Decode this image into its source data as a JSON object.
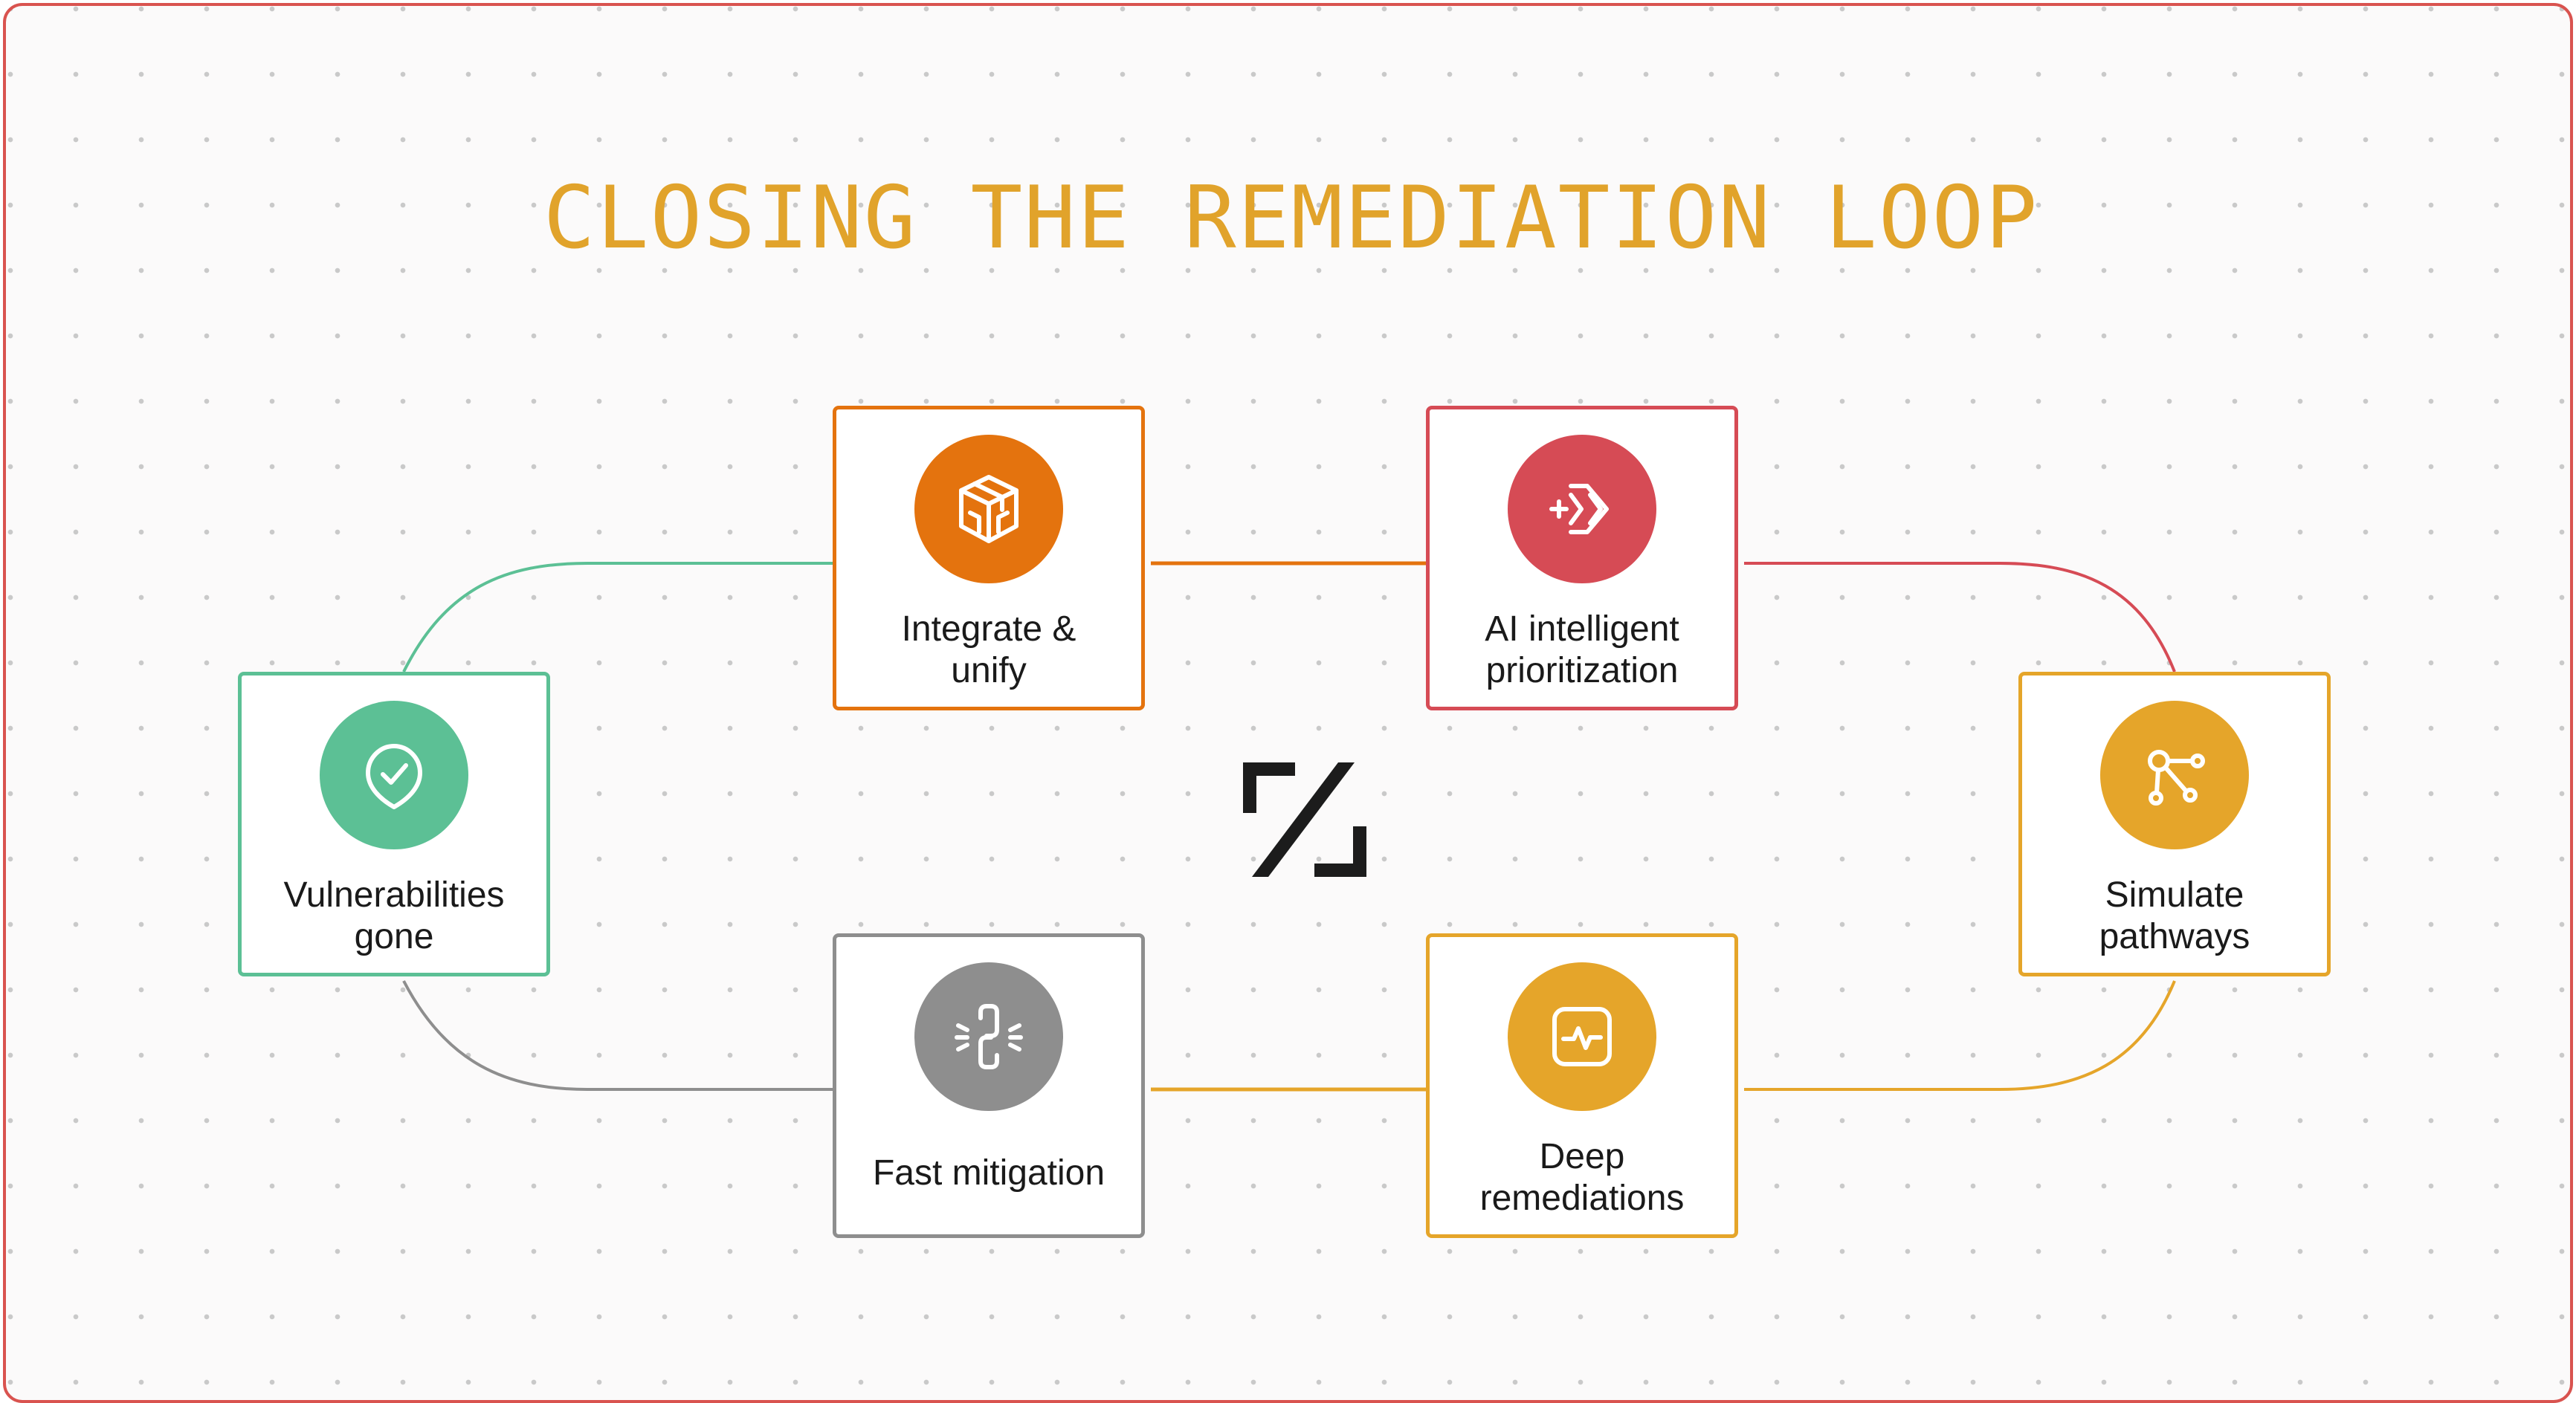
{
  "title": "CLOSING THE REMEDIATION LOOP",
  "colors": {
    "frame_border": "#d9534f",
    "title": "#e1a32b",
    "orange": "#e4730e",
    "red": "#d64b55",
    "amber": "#e5a52a",
    "green": "#5cc095",
    "gray": "#8e8e8e"
  },
  "steps": [
    {
      "label": "Integrate &\nunify",
      "icon": "cube-icon"
    },
    {
      "label": "AI intelligent\nprioritization",
      "icon": "double-chevron-plus-icon"
    },
    {
      "label": "Simulate\npathways",
      "icon": "graph-nodes-icon"
    },
    {
      "label": "Deep\nremediations",
      "icon": "pulse-icon"
    },
    {
      "label": "Fast mitigation",
      "icon": "broken-link-icon"
    },
    {
      "label": "Vulnerabilities\ngone",
      "icon": "shield-check-icon"
    }
  ],
  "center_logo": "bracket-slash-logo"
}
